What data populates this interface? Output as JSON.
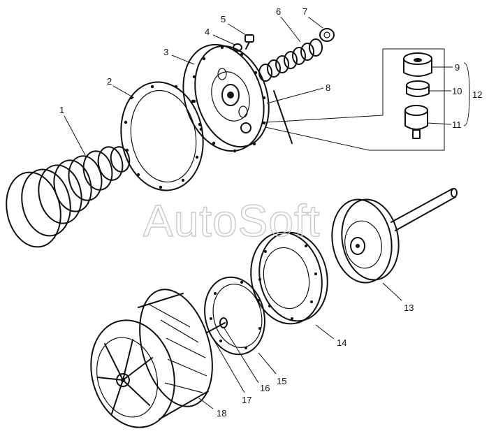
{
  "watermark": "AutoSoft",
  "callouts": [
    {
      "id": "1",
      "text": "1"
    },
    {
      "id": "2",
      "text": "2"
    },
    {
      "id": "3",
      "text": "3"
    },
    {
      "id": "4",
      "text": "4"
    },
    {
      "id": "5",
      "text": "5"
    },
    {
      "id": "6",
      "text": "6"
    },
    {
      "id": "7",
      "text": "7"
    },
    {
      "id": "8",
      "text": "8"
    },
    {
      "id": "9",
      "text": "9"
    },
    {
      "id": "10",
      "text": "10"
    },
    {
      "id": "11",
      "text": "11"
    },
    {
      "id": "12",
      "text": "12"
    },
    {
      "id": "13",
      "text": "13"
    },
    {
      "id": "14",
      "text": "14"
    },
    {
      "id": "15",
      "text": "15"
    },
    {
      "id": "16",
      "text": "16"
    },
    {
      "id": "17",
      "text": "17"
    },
    {
      "id": "18",
      "text": "18"
    }
  ],
  "colors": {
    "ink": "#111111",
    "watermark": "#c9c9c9",
    "background": "#ffffff"
  }
}
